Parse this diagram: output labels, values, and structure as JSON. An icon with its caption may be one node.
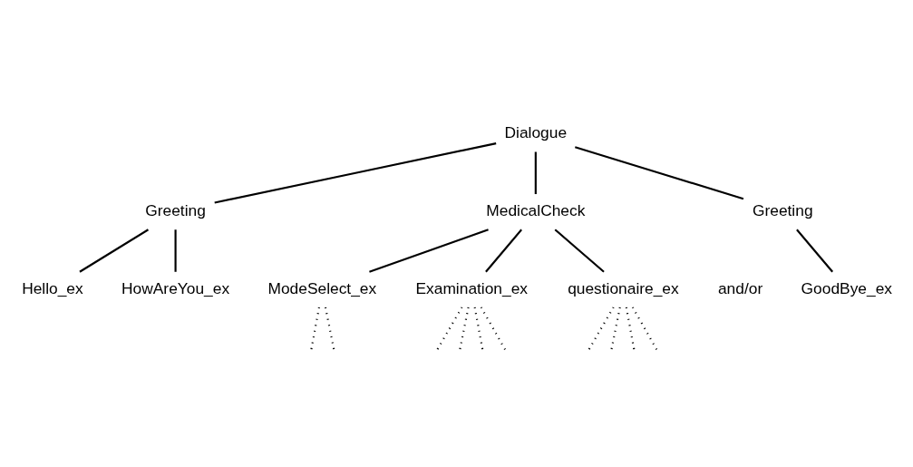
{
  "diagram": {
    "nodes": [
      {
        "text": [
          "Dialogue"
        ]
      },
      {
        "text": [
          "Greeting"
        ]
      },
      {
        "text": [
          "MedicalCheck"
        ]
      },
      {
        "text": [
          "Greeting"
        ]
      },
      {
        "text": [
          "Hello_ex"
        ]
      },
      {
        "text": [
          "HowAreYou_ex"
        ]
      },
      {
        "text": [
          "GoodBye_ex"
        ]
      },
      {
        "text": [
          "ModeSelect_ex"
        ]
      },
      {
        "text": [
          "Examination_ex"
        ]
      },
      {
        "text": [
          "questionaire_ex"
        ]
      }
    ],
    "edges": [
      {
        "from": 0,
        "to": 1,
        "arrow": "none"
      },
      {
        "from": 0,
        "to": 2,
        "arrow": "none"
      },
      {
        "from": 0,
        "to": 3,
        "arrow": "none"
      },
      {
        "from": 1,
        "to": 4,
        "arrow": "none"
      },
      {
        "from": 1,
        "to": 5,
        "arrow": "none"
      },
      {
        "from": 3,
        "to": 6,
        "arrow": "none"
      },
      {
        "from": 2,
        "to": 7,
        "arrow": "none"
      },
      {
        "from": 2,
        "to": 8,
        "arrow": "none"
      },
      {
        "from": 2,
        "to": 9,
        "arrow": "none"
      },
      {
        "from": 7,
        "to": null,
        "arrow": "none",
        "style": "dashed"
      },
      {
        "from": 7,
        "to": null,
        "arrow": "none",
        "style": "dashed"
      },
      {
        "from": 8,
        "to": null,
        "arrow": "none",
        "style": "dashed"
      },
      {
        "from": 8,
        "to": null,
        "arrow": "none",
        "style": "dashed"
      },
      {
        "from": 8,
        "to": null,
        "arrow": "none",
        "style": "dashed"
      },
      {
        "from": 8,
        "to": null,
        "arrow": "none",
        "style": "dashed"
      },
      {
        "from": 9,
        "to": null,
        "arrow": "none",
        "style": "dashed"
      },
      {
        "from": 9,
        "to": null,
        "arrow": "none",
        "style": "dashed"
      },
      {
        "from": 9,
        "to": null,
        "arrow": "none",
        "style": "dashed"
      },
      {
        "from": 9,
        "to": null,
        "arrow": "none",
        "style": "dashed"
      }
    ],
    "labels": [
      "and/or"
    ]
  }
}
